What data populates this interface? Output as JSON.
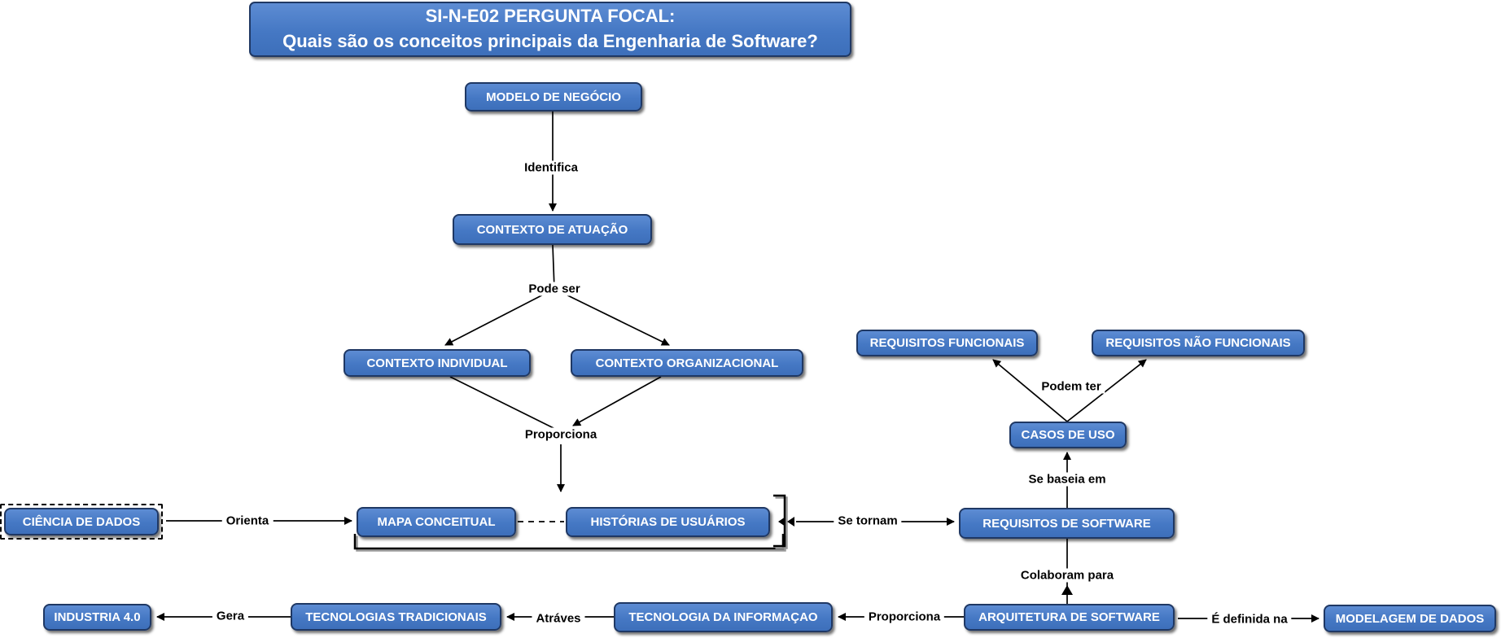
{
  "title": {
    "line1": "SI-N-E02 PERGUNTA FOCAL:",
    "line2": "Quais são os conceitos principais da Engenharia de Software?"
  },
  "nodes": {
    "modelo_de_negocio": "MODELO DE NEGÓCIO",
    "contexto_de_atuacao": "CONTEXTO DE ATUAÇÃO",
    "contexto_individual": "CONTEXTO INDIVIDUAL",
    "contexto_organizacional": "CONTEXTO ORGANIZACIONAL",
    "mapa_conceitual": "MAPA CONCEITUAL",
    "historias_de_usuarios": "HISTÓRIAS DE USUÁRIOS",
    "ciencia_de_dados": "CIÊNCIA DE DADOS",
    "requisitos_de_software": "REQUISITOS DE SOFTWARE",
    "casos_de_uso": "CASOS DE USO",
    "requisitos_funcionais": "REQUISITOS FUNCIONAIS",
    "requisitos_nao_funcionais": "REQUISITOS NÃO FUNCIONAIS",
    "arquitetura_de_software": "ARQUITETURA DE SOFTWARE",
    "modelagem_de_dados": "MODELAGEM DE DADOS",
    "tecnologia_da_informacao": "TECNOLOGIA DA INFORMAÇAO",
    "tecnologias_tradicionais": "TECNOLOGIAS TRADICIONAIS",
    "industria_4_0": "INDUSTRIA 4.0"
  },
  "links": {
    "identifica": "Identifica",
    "pode_ser": "Pode ser",
    "proporciona_contexto": "Proporciona",
    "orienta": "Orienta",
    "se_tornam": "Se tornam",
    "se_baseia_em": "Se baseia em",
    "podem_ter": "Podem ter",
    "colaboram_para": "Colaboram para",
    "e_definida_na": "É definida na",
    "proporciona_arquitetura": "Proporciona",
    "atraves": "Atráves",
    "gera": "Gera"
  },
  "colors": {
    "node_fill": "#4578C4",
    "node_border": "#1F3864",
    "node_text": "#FFFFFF",
    "connector": "#000000",
    "label_text": "#000000",
    "canvas_bg": "#FFFFFF"
  }
}
